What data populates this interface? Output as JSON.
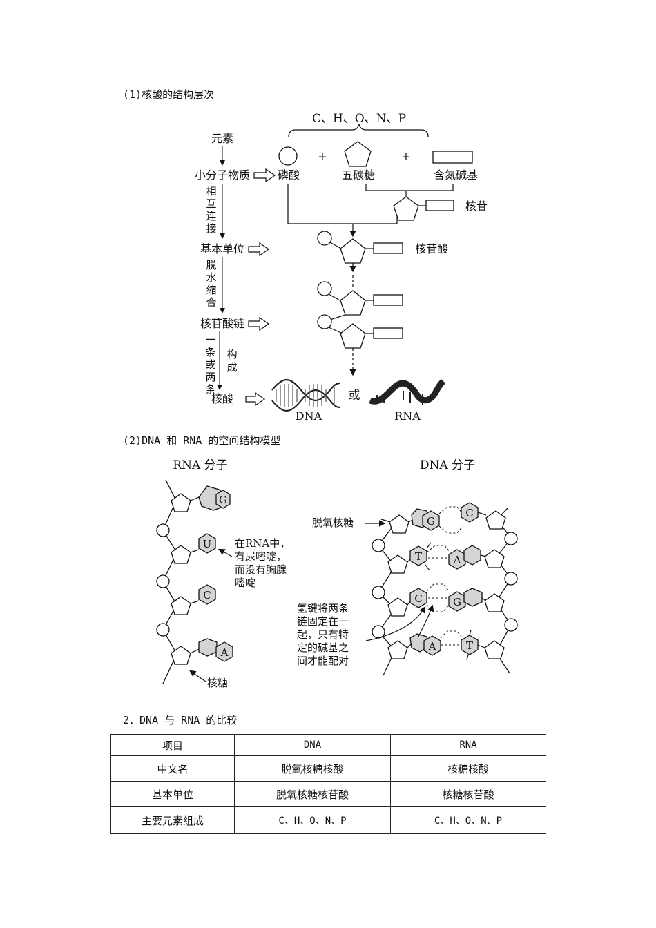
{
  "section1": {
    "heading": "(1)核酸的结构层次"
  },
  "hierarchy": {
    "elements_group": "C、H、O、N、P",
    "levels": [
      "元素",
      "小分子物质",
      "基本单位",
      "核苷酸链",
      "核酸"
    ],
    "step1": [
      "相",
      "互",
      "连",
      "接"
    ],
    "step2": [
      "脱",
      "水",
      "缩",
      "合"
    ],
    "step3": [
      "一",
      "条",
      "或",
      "两",
      "条"
    ],
    "step3b": [
      "构",
      "成"
    ],
    "components": {
      "phosphate": "磷酸",
      "sugar": "五碳糖",
      "base": "含氮碱基"
    },
    "plus": "+",
    "nucleoside": "核苷",
    "nucleotide": "核苷酸",
    "or": "或",
    "dna": "DNA",
    "rna": "RNA"
  },
  "section2": {
    "heading": "(2)DNA 和 RNA 的空间结构模型"
  },
  "rna_model": {
    "title": "RNA 分子",
    "bases": [
      "G",
      "U",
      "C",
      "A"
    ],
    "note": [
      "在RNA中，",
      "有尿嘧啶，",
      "而没有胸腺",
      "嘧啶"
    ],
    "sugar_label": "核糖"
  },
  "dna_model": {
    "title": "DNA 分子",
    "sugar_label": "脱氧核糖",
    "pairs": [
      [
        "G",
        "C"
      ],
      [
        "T",
        "A"
      ],
      [
        "C",
        "G"
      ],
      [
        "A",
        "T"
      ]
    ],
    "note": [
      "氢键将两条",
      "链固定在一",
      "起，只有特",
      "定的碱基之",
      "间才能配对"
    ]
  },
  "section3": {
    "heading": "2．DNA 与 RNA 的比较"
  },
  "table": {
    "header": [
      "项目",
      "DNA",
      "RNA"
    ],
    "rows": [
      [
        "中文名",
        "脱氧核糖核酸",
        "核糖核酸"
      ],
      [
        "基本单位",
        "脱氧核糖核苷酸",
        "核糖核苷酸"
      ],
      [
        "主要元素组成",
        "C、H、O、N、P",
        "C、H、O、N、P"
      ]
    ]
  }
}
